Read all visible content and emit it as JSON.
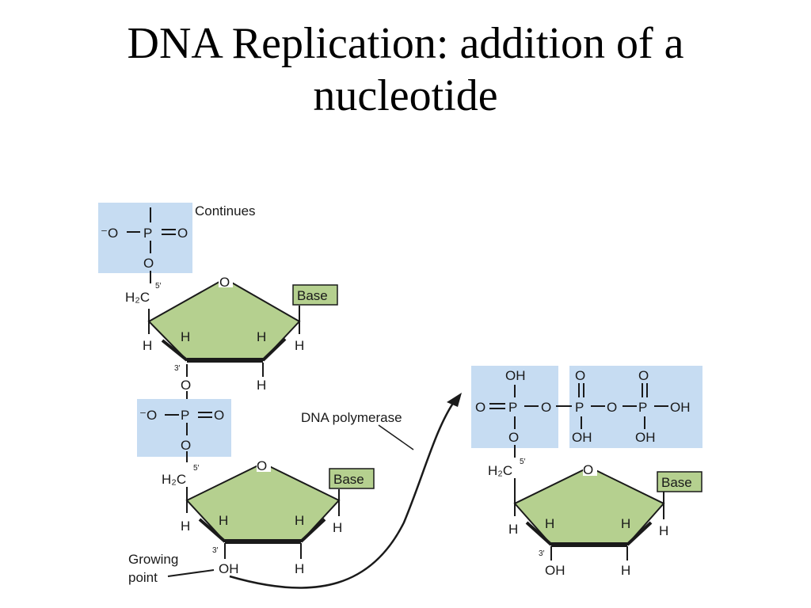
{
  "title": {
    "line1": "DNA Replication: addition of a",
    "line2": "nucleotide"
  },
  "colors": {
    "phosphate_box": "#c6dcf2",
    "sugar_ring": "#b5d08f",
    "base_box": "#b5d08f",
    "bond": "#1a1a1a"
  },
  "labels": {
    "continues": "Continues",
    "dna_polymerase": "DNA polymerase",
    "growing_point_line1": "Growing",
    "growing_point_line2": "point",
    "base": "Base"
  },
  "atoms": {
    "o": "O",
    "o_minus": "⁻O",
    "p": "P",
    "h": "H",
    "oh": "OH",
    "h2c": "H₂C",
    "prime5": "5′",
    "prime3": "3′"
  }
}
